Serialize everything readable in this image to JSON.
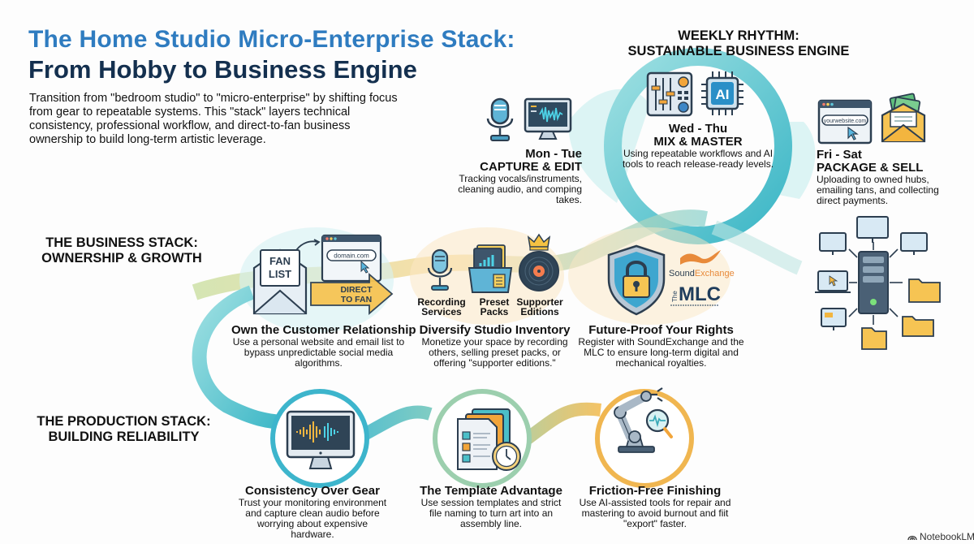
{
  "header": {
    "title_line1": "The Home Studio Micro-Enterprise Stack:",
    "title_line2": "From Hobby to Business Engine",
    "intro": "Transition from \"bedroom studio\" to \"micro-enterprise\" by shifting focus from gear to repeatable systems. This \"stack\" layers technical consistency, professional workflow, and direct-to-fan business ownership to build long-term artistic leverage."
  },
  "weekly_rhythm": {
    "title_line1": "WEEKLY RHYTHM:",
    "title_line2": "SUSTAINABLE BUSINESS ENGINE",
    "days": [
      {
        "days": "Mon - Tue",
        "phase": "CAPTURE & EDIT",
        "description": "Tracking vocals/instruments, cleaning audio, and comping takes.",
        "icons": [
          "microphone-icon",
          "monitor-waveform-icon"
        ]
      },
      {
        "days": "Wed - Thu",
        "phase": "MIX & MASTER",
        "description": "Using repeatable workflows and AI tools to reach release-ready levels.",
        "icons": [
          "mixer-icon",
          "ai-chip-icon"
        ],
        "chip_label": "AI"
      },
      {
        "days": "Fri - Sat",
        "phase": "PACKAGE & SELL",
        "description": "Uploading to owned hubs, emailing tans, and collecting direct payments.",
        "icons": [
          "browser-website-icon",
          "envelope-money-icon"
        ],
        "url_label": "yourwebsite.com"
      }
    ]
  },
  "business_stack": {
    "title_line1": "THE BUSINESS STACK:",
    "title_line2": "OWNERSHIP & GROWTH",
    "cards": [
      {
        "title": "Own the Customer Relationship",
        "description": "Use a personal website and email list to bypass unpredictable social media algorithms.",
        "envelope_label_line1": "FAN",
        "envelope_label_line2": "LIST",
        "domain_label": "domain.com",
        "arrow_label_line1": "DIRECT",
        "arrow_label_line2": "TO FAN"
      },
      {
        "title": "Diversify Studio Inventory",
        "description": "Monetize your space by recording others, selling preset packs, or offering \"supporter editions.\"",
        "services": [
          {
            "line1": "Recording",
            "line2": "Services"
          },
          {
            "line1": "Preset",
            "line2": "Packs"
          },
          {
            "line1": "Supporter",
            "line2": "Editions"
          }
        ]
      },
      {
        "title": "Future-Proof Your Rights",
        "description": "Register with SoundExchange and the MLC to ensure long-term digital and mechanical royalties.",
        "logo1_part1": "Sound",
        "logo1_part2": "Exchange",
        "logo2_prefix": "The",
        "logo2_main": "MLC"
      }
    ]
  },
  "production_stack": {
    "title_line1": "THE PRODUCTION STACK:",
    "title_line2": "BUILDING RELIABILITY",
    "cards": [
      {
        "title": "Consistency Over Gear",
        "description": "Trust your monitoring environment and capture clean audio before worrying about expensive hardware."
      },
      {
        "title": "The Template Advantage",
        "description": "Use session templates and strict file naming to turn art into an assembly line."
      },
      {
        "title": "Friction-Free Finishing",
        "description": "Use AI-assisted tools for repair and mastering to avoid burnout and fiit \"export\" faster."
      }
    ]
  },
  "footer": {
    "brand": "NotebookLM"
  },
  "colors": {
    "title_blue": "#2f7cc0",
    "title_navy": "#14304f",
    "teal": "#4bbfc8",
    "orange": "#f2a53a",
    "yellow": "#f5cf5c"
  }
}
